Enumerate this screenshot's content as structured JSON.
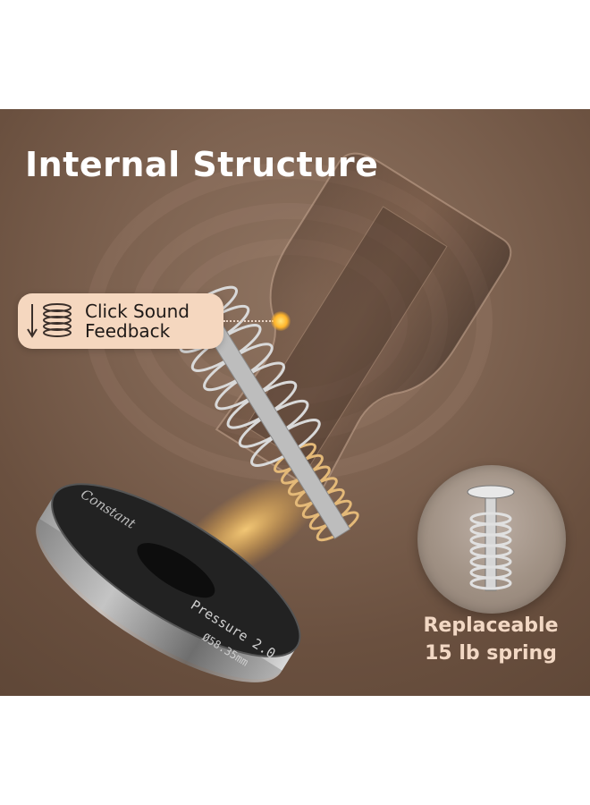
{
  "heading": {
    "title": "Internal Structure"
  },
  "callout": {
    "text": "Click Sound\nFeedback",
    "icon": "spring-compression-icon"
  },
  "inset": {
    "caption_line1": "Replaceable",
    "caption_line2": "15 lb spring"
  },
  "tamper_base": {
    "engraving_main": "Pressure 2.0",
    "engraving_brand": "Constant",
    "engraving_diameter": "Ø58.35mm"
  },
  "colors": {
    "background_brown": "#7d6250",
    "title_white": "#ffffff",
    "callout_bg": "#f5d7bf",
    "caption_peach": "#f2d8c4",
    "glow_gold": "#ffb52b"
  }
}
